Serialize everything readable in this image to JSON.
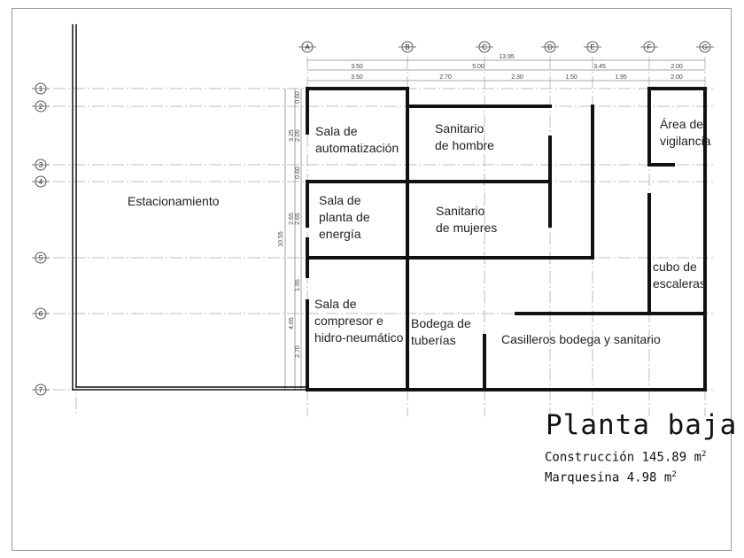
{
  "drawing": {
    "title": "Planta baja",
    "areas": [
      {
        "label": "Construcción",
        "value": "145.89 m",
        "sup": "2"
      },
      {
        "label": "Marquesina",
        "value": "4.98 m",
        "sup": "2"
      }
    ]
  },
  "grid_axes": {
    "columns": [
      "A",
      "B",
      "C",
      "D",
      "E",
      "F",
      "G"
    ],
    "rows": [
      "1",
      "2",
      "3",
      "4",
      "5",
      "6",
      "7"
    ]
  },
  "dimensions": {
    "top_overall": "13.95",
    "top_row1": [
      "3.50",
      "5.00",
      "3.45",
      "2.00"
    ],
    "top_row2": [
      "3.50",
      "2.70",
      "2.30",
      "1.50",
      "1.95",
      "2.00"
    ],
    "left_outer": "10.55",
    "left_inner": [
      "0.60",
      "3.25",
      "2.05",
      "0.60",
      "2.65",
      "2.65",
      "1.95",
      "4.65",
      "2.70"
    ]
  },
  "rooms": {
    "estacionamiento": "Estacionamiento",
    "sala_automatizacion": "Sala de\nautomatización",
    "sanitario_hombre": "Sanitario\nde hombre",
    "area_vigilancia": "Área de\nvigilancia",
    "sala_planta_energia": "Sala de\nplanta de\nenergía",
    "sanitario_mujeres": "Sanitario\nde mujeres",
    "cubo_escaleras": "cubo de\nescaleras",
    "sala_compresor": "Sala de\ncompresor e\nhidro-neumático",
    "bodega_tuberias": "Bodega de\ntuberías",
    "casilleros": "Casilleros bodega y sanitario"
  }
}
